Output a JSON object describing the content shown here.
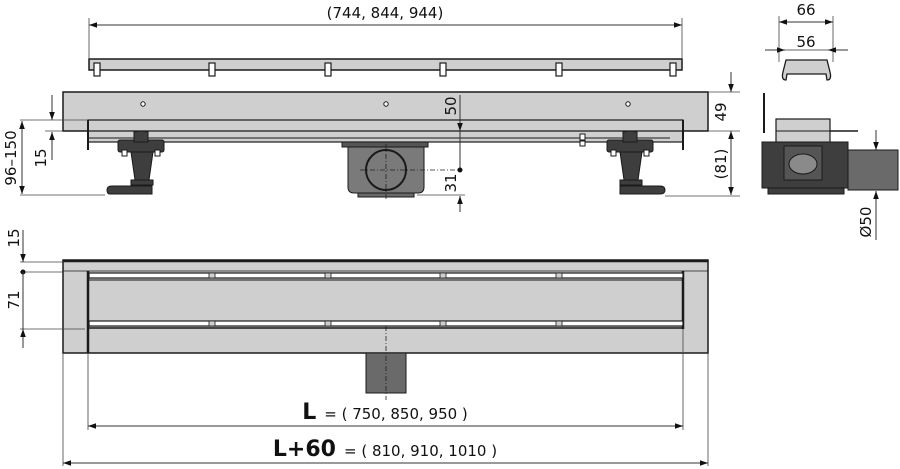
{
  "drawing": {
    "colors": {
      "steel": "#cfcfcf",
      "dark_part": "#4a4a4a",
      "outlet": "#7a7a7a",
      "line": "#1a1a1a",
      "background": "#ffffff"
    },
    "top_grate": {
      "length_label": "(744, 844, 944)"
    },
    "side_view": {
      "dim_height_range": "96–150",
      "dim_flange": "15",
      "dim_channel_depth": "50",
      "dim_outlet_center": "31",
      "dim_body_height": "49",
      "dim_total_height": "(81)"
    },
    "cross_section": {
      "dim_outer_width": "66",
      "dim_inner_width": "56",
      "dim_outlet_diameter": "Ø50"
    },
    "plan_view": {
      "dim_flange": "15",
      "dim_channel_width": "71",
      "length_symbol": "L",
      "length_values": "= ( 750, 850, 950 )",
      "total_length_symbol": "L+60",
      "total_length_values": "= ( 810, 910, 1010 )"
    }
  }
}
